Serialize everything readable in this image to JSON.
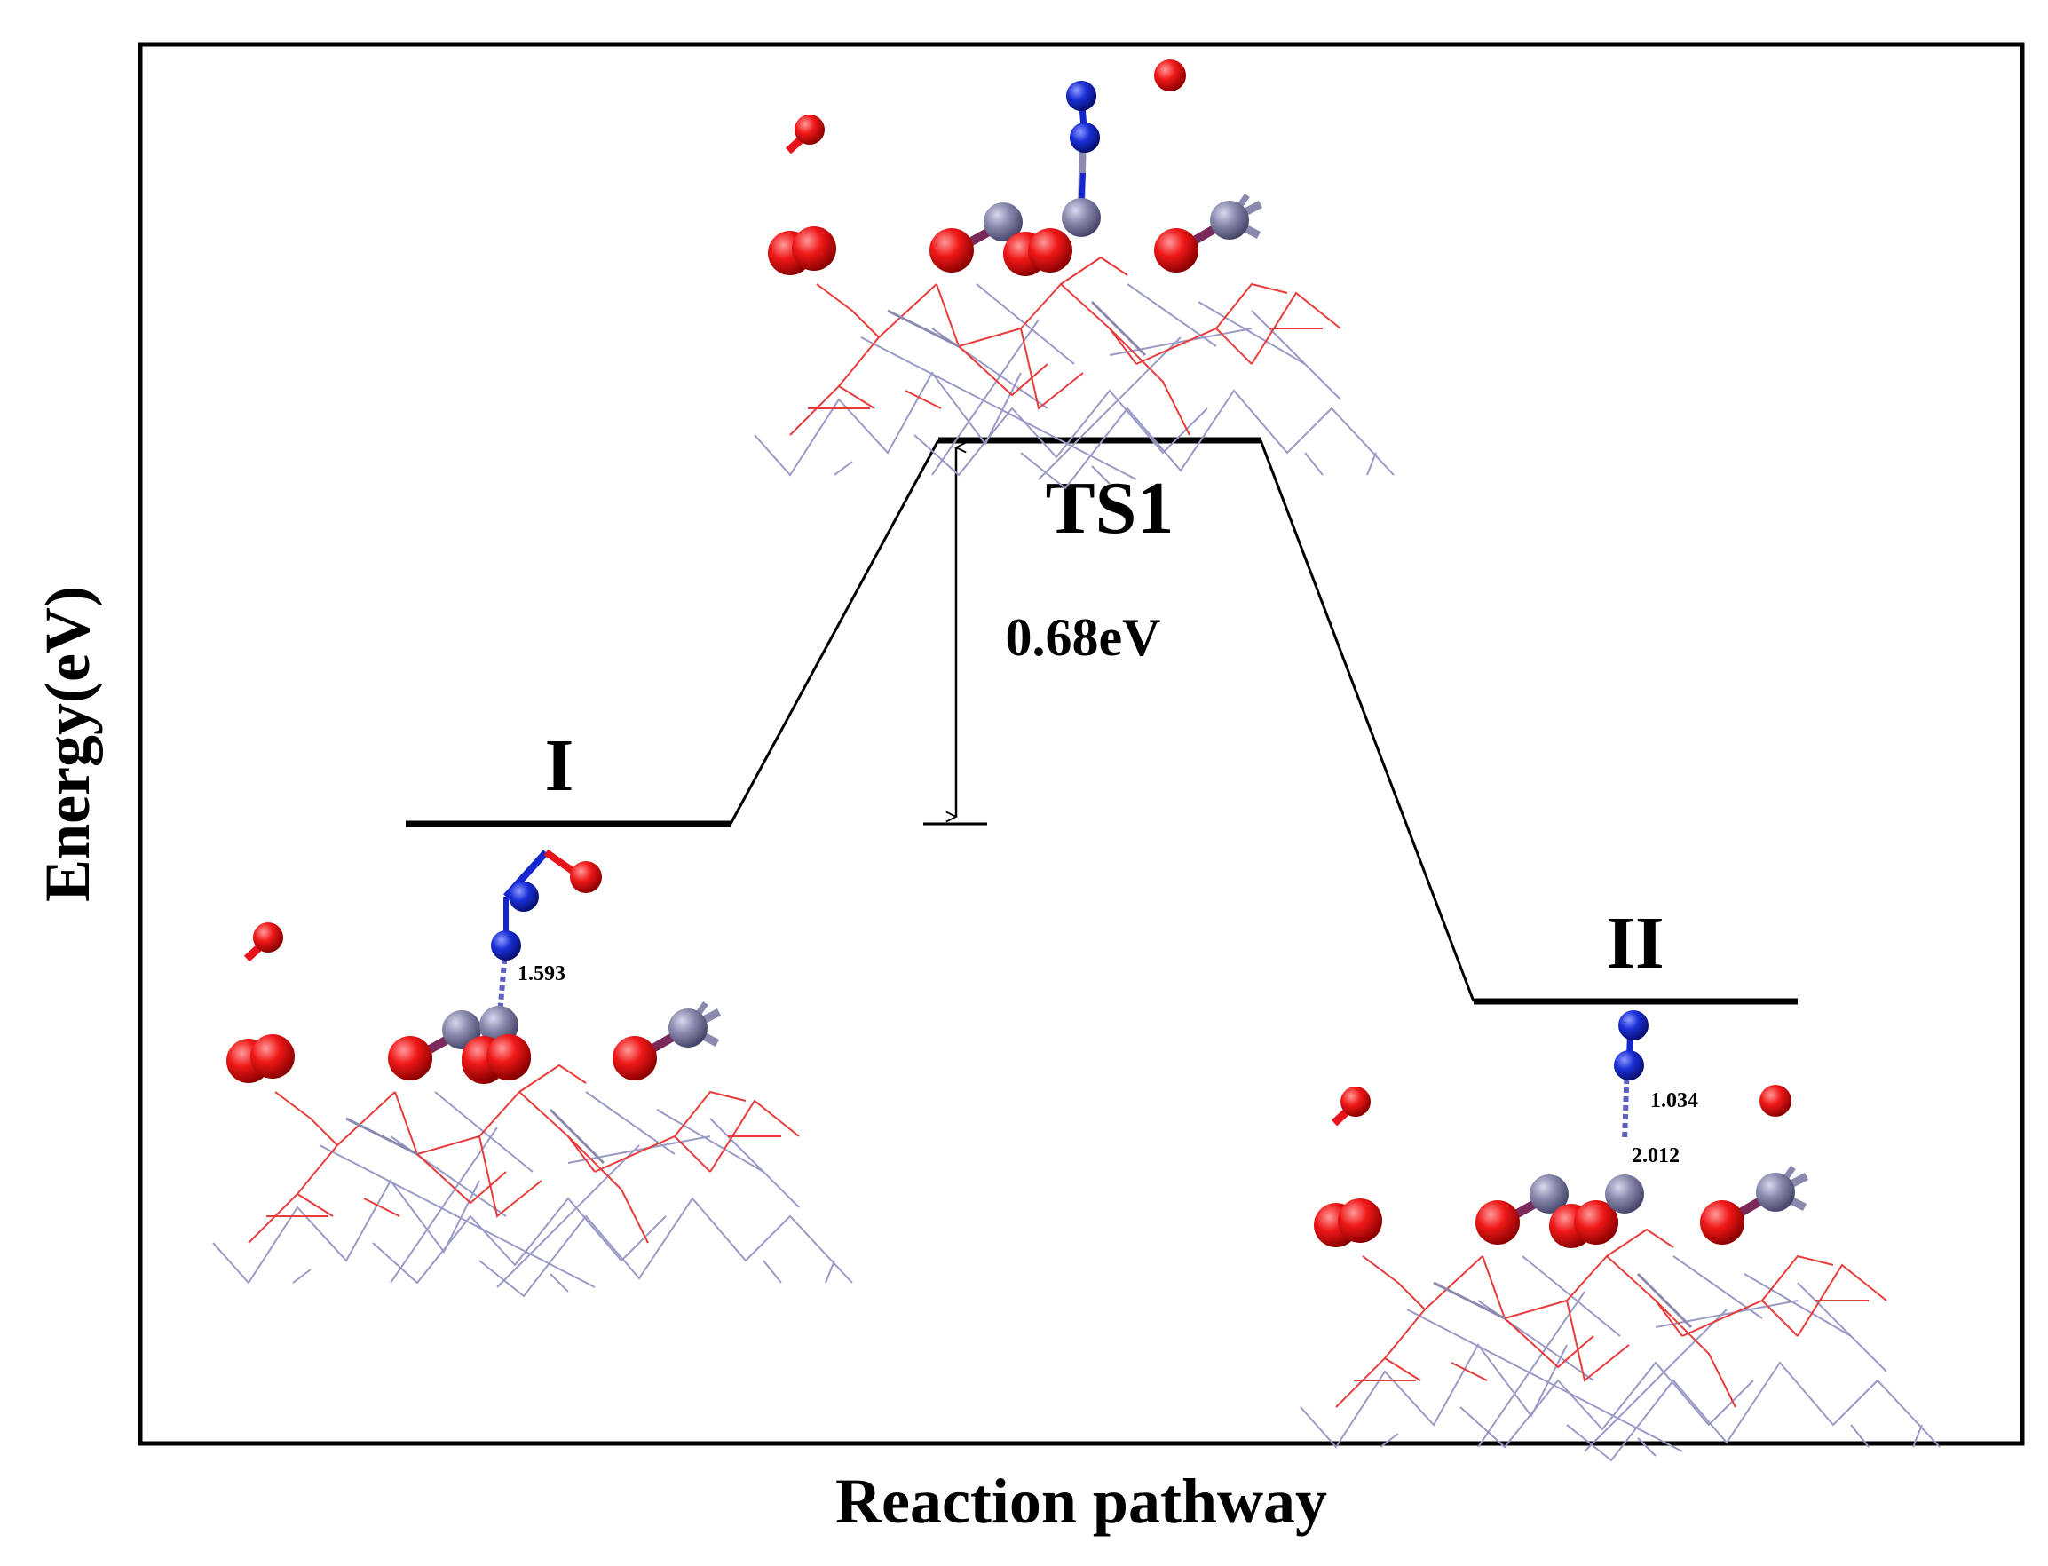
{
  "chart_data": {
    "type": "reaction-energy-profile",
    "ylabel": "Energy(eV)",
    "xlabel": "Reaction pathway",
    "states": [
      {
        "label": "I",
        "relative_energy_eV": 0.0
      },
      {
        "label": "TS1",
        "relative_energy_eV": 0.68
      },
      {
        "label": "II",
        "relative_energy_eV": -0.32
      }
    ],
    "barrier": {
      "from": "I",
      "to": "TS1",
      "label": "0.68eV",
      "value_eV": 0.68
    },
    "bond_annotations": [
      {
        "state": "I",
        "label": "1.593"
      },
      {
        "state": "II",
        "label": "1.034"
      },
      {
        "state": "II",
        "label": "2.012"
      }
    ]
  },
  "colors": {
    "oxygen": "#e8141b",
    "nitrogen": "#1426cc",
    "metal": "#8a8aae",
    "lattice_blue": "#9a9ac6",
    "lattice_red": "#e83b3b",
    "frame": "#000000"
  }
}
